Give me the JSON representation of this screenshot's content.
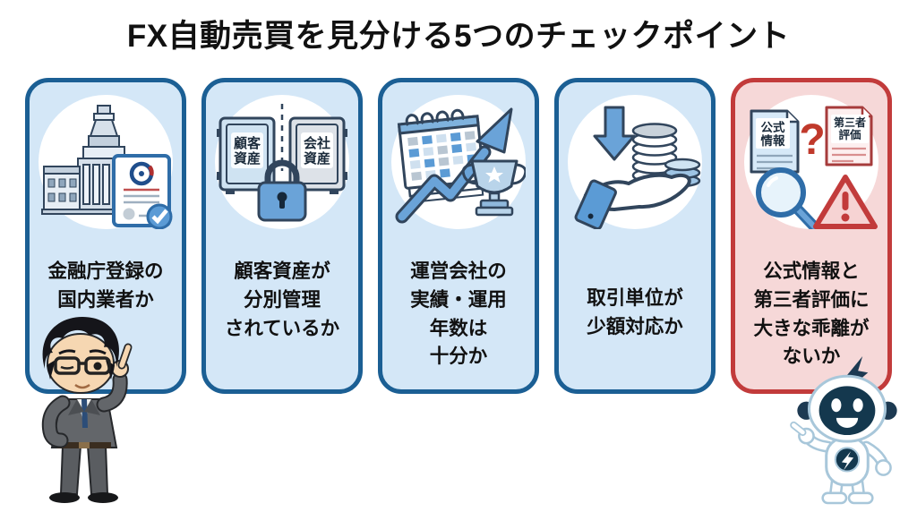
{
  "title": "FX自動売買を見分ける5つのチェックポイント",
  "cards": [
    {
      "icon": "government-building-certificate-icon",
      "theme": "blue",
      "text": "金融庁登録の\n国内業者か"
    },
    {
      "icon": "separated-safes-lock-icon",
      "theme": "blue",
      "text": "顧客資産が\n分別管理\nされているか",
      "icon_labels": {
        "left_safe_line1": "顧客",
        "left_safe_line2": "資産",
        "right_safe_line1": "会社",
        "right_safe_line2": "資産"
      }
    },
    {
      "icon": "calendar-growth-trophy-icon",
      "theme": "blue",
      "text": "運営会社の\n実績・運用\n年数は\n十分か"
    },
    {
      "icon": "hand-coins-small-amount-icon",
      "theme": "blue",
      "text": "取引単位が\n少額対応か"
    },
    {
      "icon": "official-info-vs-third-party-icon",
      "theme": "red",
      "text": "公式情報と\n第三者評価に\n大きな乖離が\nないか",
      "icon_labels": {
        "left_doc_line1": "公式",
        "left_doc_line2": "情報",
        "right_doc_line1": "第三者",
        "right_doc_line2": "評価",
        "question_mark": "?"
      }
    }
  ],
  "characters": {
    "left": "businessman-advisor",
    "right": "robot-assistant"
  },
  "colors": {
    "blue_card_bg": "#d4e7f7",
    "blue_card_border": "#1b5f94",
    "red_card_bg": "#f6d8d8",
    "red_card_border": "#c23b3b",
    "accent_blue": "#5b9bd5",
    "accent_red": "#c0392b",
    "outline_navy": "#31455c",
    "text": "#111111"
  }
}
